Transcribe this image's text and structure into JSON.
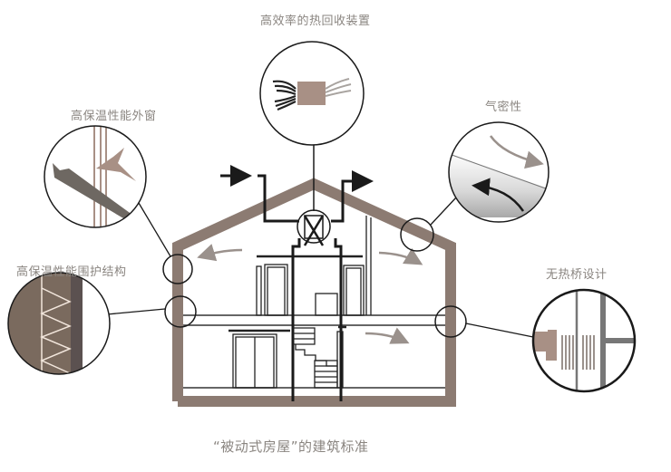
{
  "diagram": {
    "caption": "“被动式房屋”的建筑标准",
    "callouts": [
      {
        "id": "heat-recovery",
        "label": "高效率的热回收装置"
      },
      {
        "id": "windows",
        "label": "高保温性能外窗"
      },
      {
        "id": "airtightness",
        "label": "气密性"
      },
      {
        "id": "envelope",
        "label": "高保温性能围护结构"
      },
      {
        "id": "thermal-bridge",
        "label": "无热桥设计"
      }
    ]
  },
  "colors": {
    "wall": "#8c7b72",
    "line": "#1a1a1a",
    "airflow_warm": "#a09590",
    "airflow_dark": "#333333",
    "heat_unit": "#a89085",
    "insulation_dark": "#5b5150",
    "label_text": "#8a8580"
  }
}
